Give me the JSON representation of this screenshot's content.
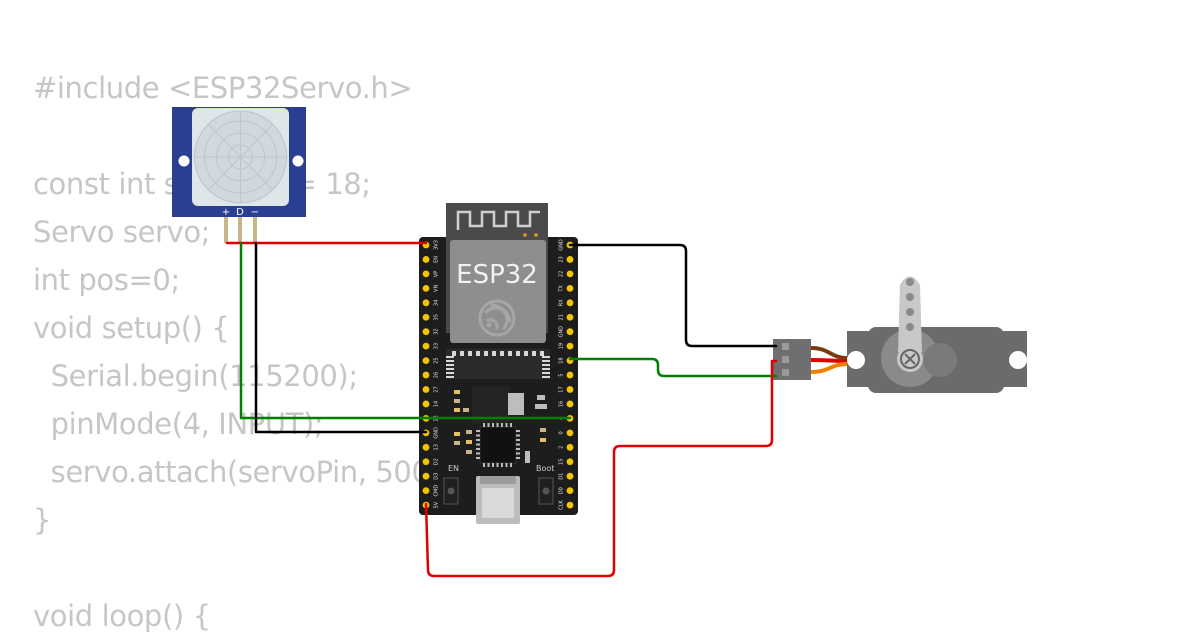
{
  "code_lines": [
    "#include <ESP32Servo.h>",
    "",
    "const int servoPin = 18;",
    "Servo servo;",
    "int pos=0;",
    "void setup() {",
    "  Serial.begin(115200);",
    "  pinMode(4, INPUT);",
    "  servo.attach(servoPin, 500, 2400);",
    "}",
    "",
    "void loop() {"
  ],
  "pir": {
    "pin_labels": [
      "+",
      "D",
      "−"
    ]
  },
  "esp32": {
    "title": "ESP32",
    "button_en": "EN",
    "button_boot": "Boot",
    "left_pins": [
      "3V3",
      "EN",
      "VP",
      "VN",
      "34",
      "35",
      "32",
      "33",
      "25",
      "26",
      "27",
      "14",
      "12",
      "GND",
      "13",
      "D2",
      "D3",
      "CMD",
      "5V"
    ],
    "right_pins": [
      "GND",
      "23",
      "22",
      "TX",
      "RX",
      "21",
      "GND",
      "19",
      "18",
      "5",
      "17",
      "16",
      "4",
      "0",
      "2",
      "15",
      "D1",
      "D0",
      "CLK"
    ]
  },
  "colors": {
    "wire_power": "#e00000",
    "wire_ground": "#000000",
    "wire_signal": "#008000",
    "code_text": "#c6c6c6"
  }
}
